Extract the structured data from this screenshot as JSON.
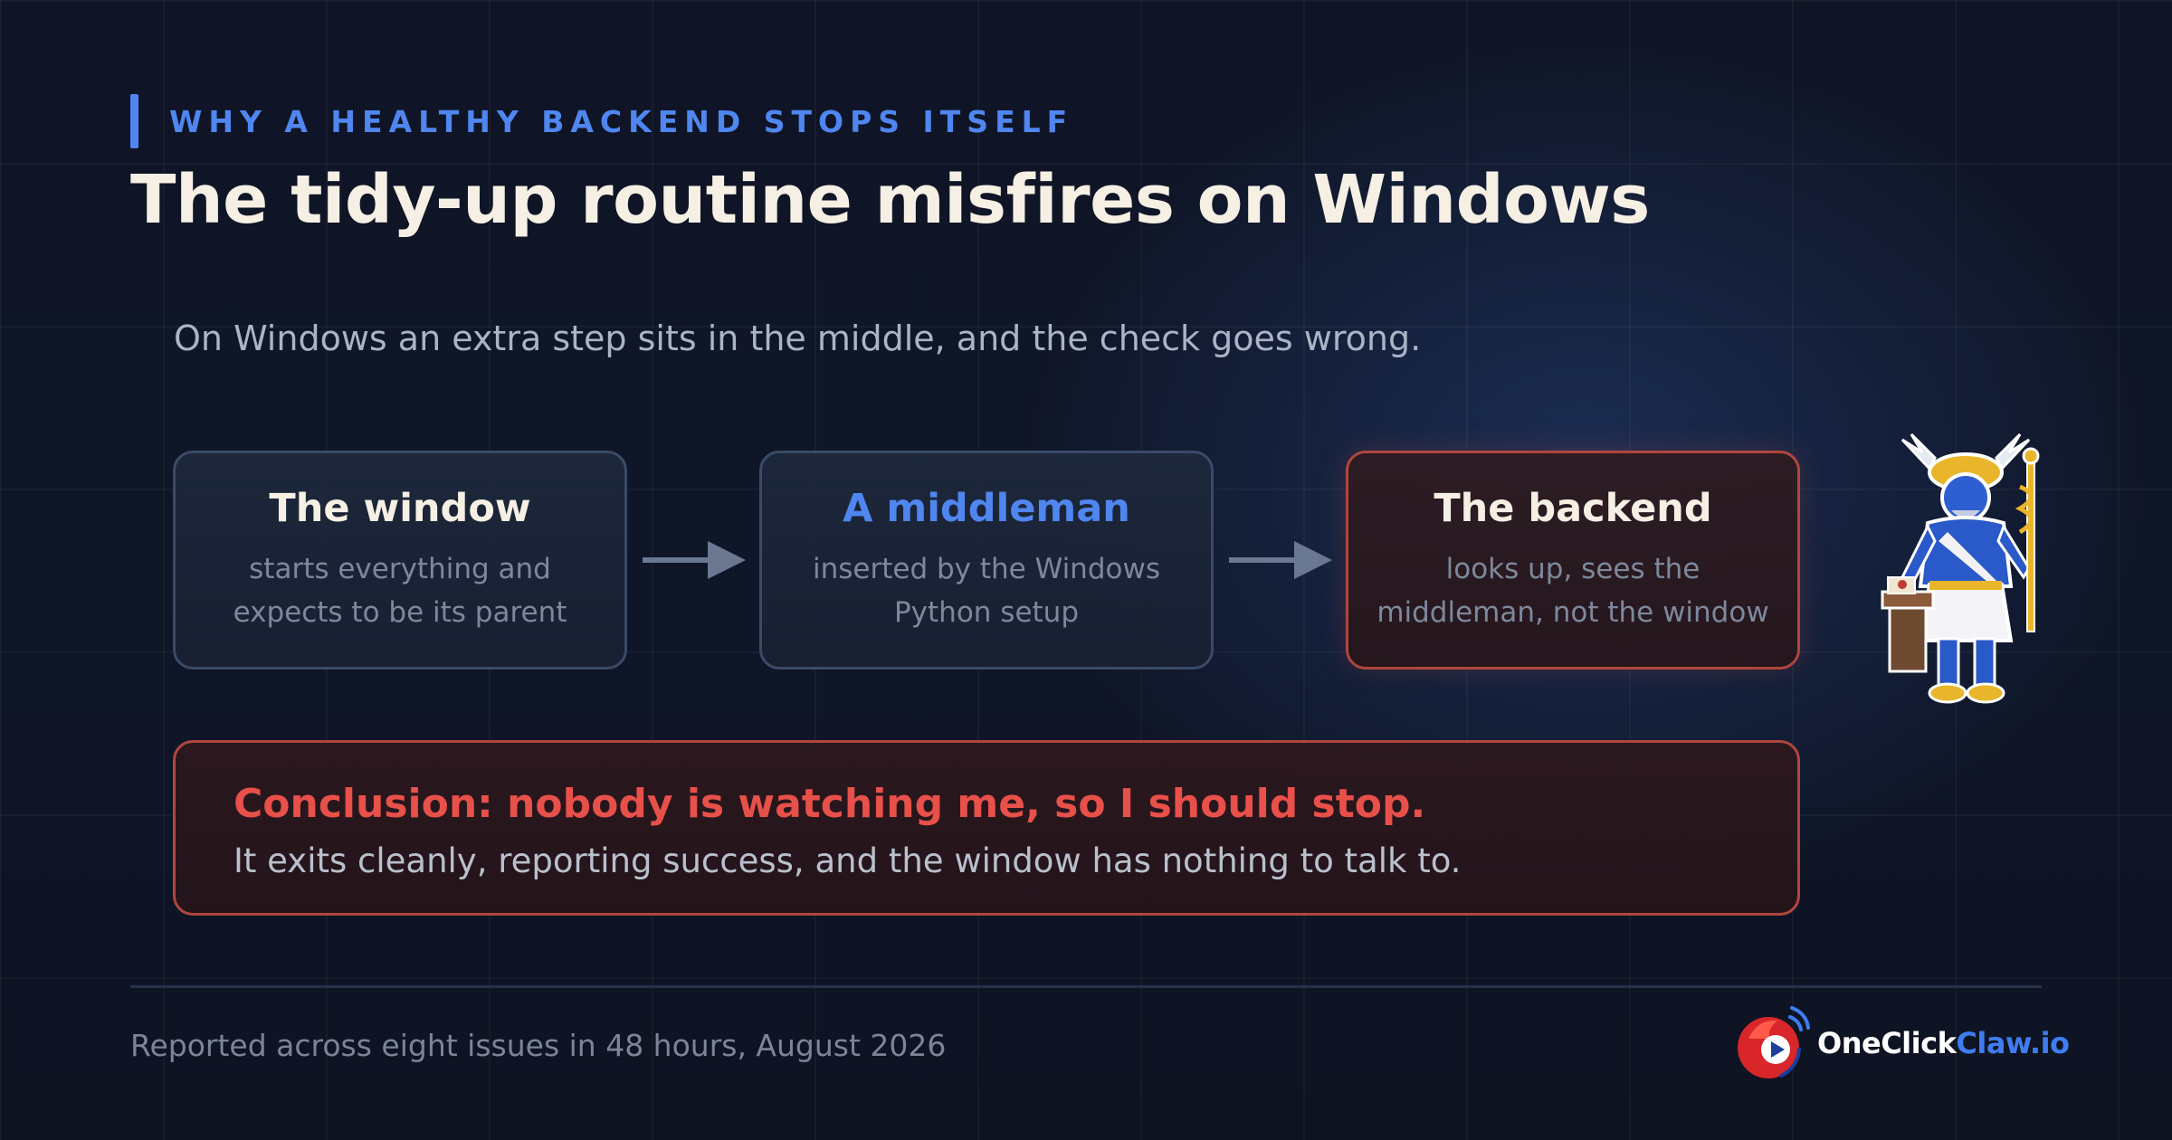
{
  "header": {
    "eyebrow": "WHY A HEALTHY BACKEND STOPS ITSELF",
    "title": "The tidy-up routine misfires on Windows",
    "subtitle": "On Windows an extra step sits in the middle, and the check goes wrong."
  },
  "flow": [
    {
      "title": "The window",
      "line1": "starts everything and",
      "line2": "expects to be its parent"
    },
    {
      "title": "A middleman",
      "line1": "inserted by the Windows",
      "line2": "Python setup"
    },
    {
      "title": "The backend",
      "line1": "looks up, sees the",
      "line2": "middleman, not the window"
    }
  ],
  "conclusion": {
    "title": "Conclusion: nobody is watching me, so I should stop.",
    "text": "It exits cleanly, reporting success, and the window has nothing to talk to."
  },
  "footer": {
    "note": "Reported across eight issues in 48 hours, August 2026",
    "brand_main": "OneClick",
    "brand_accent": "Claw.io"
  },
  "colors": {
    "accent_blue": "#4f86f0",
    "alert_red": "#e8504a",
    "background": "#0f1525"
  },
  "icons": [
    "arrow-right-icon",
    "arrow-right-icon",
    "brand-logo-icon",
    "mascot-figure-icon"
  ]
}
